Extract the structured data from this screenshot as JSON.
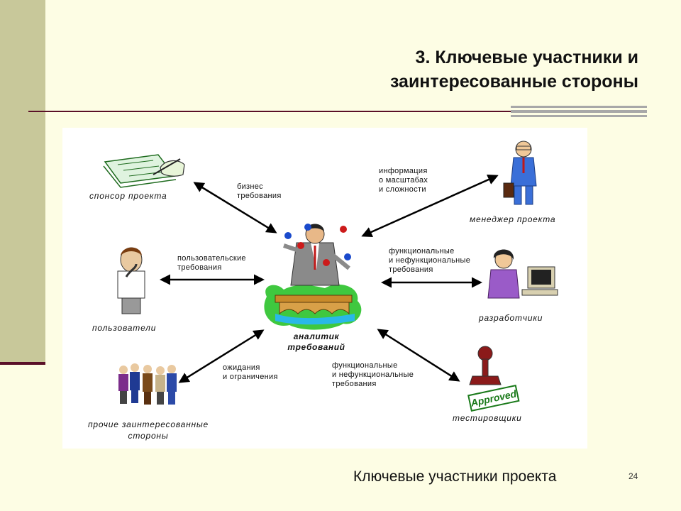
{
  "slide": {
    "title_line1": "3. Ключевые участники и",
    "title_line2": "заинтересованные стороны",
    "caption": "Ключевые участники проекта",
    "page_number": "24"
  },
  "diagram": {
    "center": {
      "line1": "аналитик",
      "line2": "требований"
    },
    "nodes": {
      "sponsor": "спонсор проекта",
      "users": "пользователи",
      "others_line1": "прочие заинтересованные",
      "others_line2": "стороны",
      "manager": "менеджер проекта",
      "developers": "разработчики",
      "testers": "тестировщики",
      "stamp_text": "Approved"
    },
    "edges": {
      "sponsor": "бизнес\nтребования",
      "users": "пользовательские\nтребования",
      "others": "ожидания\nи ограничения",
      "manager": "информация\nо масштабах\nи сложности",
      "developers": "функциональные\nи нефункциональные\nтребования",
      "testers": "функциональные\nи нефункциональные\nтребования"
    }
  }
}
